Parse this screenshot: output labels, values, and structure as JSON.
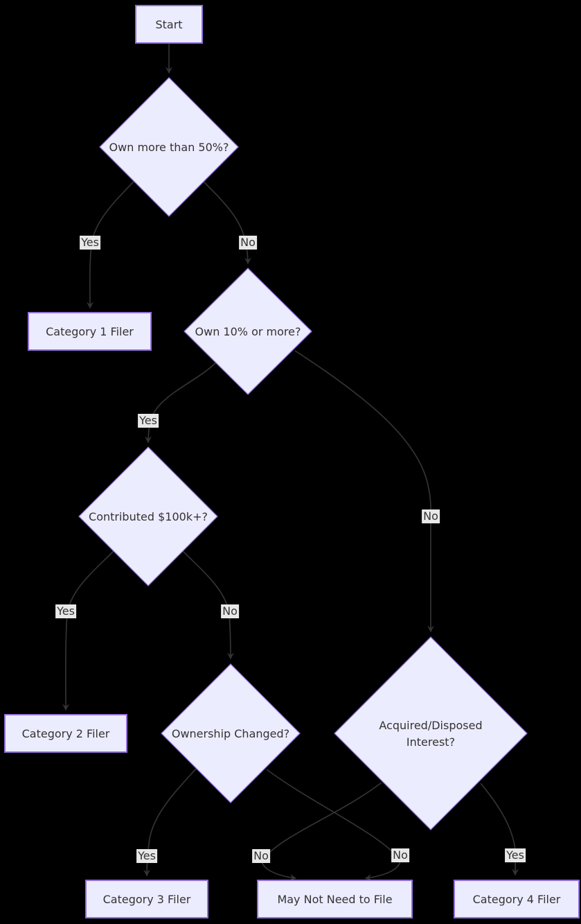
{
  "diagram": {
    "type": "flowchart",
    "direction": "top-down",
    "background": "#000000",
    "theme": {
      "node_fill": "#ECECFF",
      "node_border": "#9370DB",
      "edge_color": "#333333",
      "edge_label_bg": "#e8e8e8",
      "text_color": "#333333"
    },
    "nodes": {
      "start": {
        "shape": "rect",
        "label": "Start"
      },
      "own50": {
        "shape": "diamond",
        "label": "Own more than 50%?"
      },
      "cat1": {
        "shape": "rect",
        "label": "Category 1 Filer"
      },
      "own10": {
        "shape": "diamond",
        "label": "Own 10% or more?"
      },
      "contrib": {
        "shape": "diamond",
        "label": "Contributed $100k+?"
      },
      "cat2": {
        "shape": "rect",
        "label": "Category 2 Filer"
      },
      "ownchg": {
        "shape": "diamond",
        "label": "Ownership Changed?"
      },
      "acq": {
        "shape": "diamond",
        "label": "Acquired/Disposed Interest?",
        "line1": "Acquired/Disposed",
        "line2": "Interest?"
      },
      "cat3": {
        "shape": "rect",
        "label": "Category 3 Filer"
      },
      "maynot": {
        "shape": "rect",
        "label": "May Not Need to File"
      },
      "cat4": {
        "shape": "rect",
        "label": "Category 4 Filer"
      }
    },
    "edges": [
      {
        "from": "start",
        "to": "own50",
        "label": ""
      },
      {
        "from": "own50",
        "to": "cat1",
        "label": "Yes"
      },
      {
        "from": "own50",
        "to": "own10",
        "label": "No"
      },
      {
        "from": "own10",
        "to": "contrib",
        "label": "Yes"
      },
      {
        "from": "own10",
        "to": "acq",
        "label": "No"
      },
      {
        "from": "contrib",
        "to": "cat2",
        "label": "Yes"
      },
      {
        "from": "contrib",
        "to": "ownchg",
        "label": "No"
      },
      {
        "from": "ownchg",
        "to": "cat3",
        "label": "Yes"
      },
      {
        "from": "ownchg",
        "to": "maynot",
        "label": "No"
      },
      {
        "from": "acq",
        "to": "maynot",
        "label": "No"
      },
      {
        "from": "acq",
        "to": "cat4",
        "label": "Yes"
      }
    ]
  }
}
